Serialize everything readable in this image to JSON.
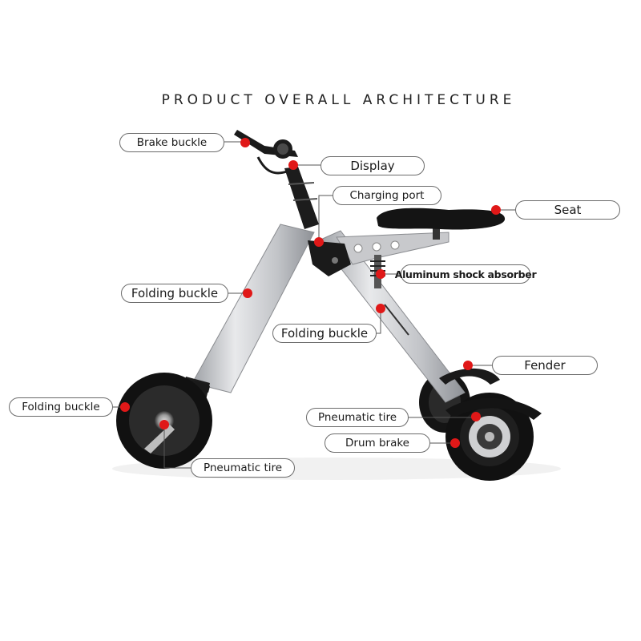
{
  "title": "PRODUCT OVERALL ARCHITECTURE",
  "labels": {
    "brake_buckle": "Brake buckle",
    "display": "Display",
    "charging_port": "Charging port",
    "seat": "Seat",
    "aluminum_shock_absorber": "Aluminum shock absorber",
    "folding_buckle_frame": "Folding buckle",
    "folding_buckle_rear": "Folding buckle",
    "fender": "Fender",
    "folding_buckle_front": "Folding buckle",
    "pneumatic_tire_rear": "Pneumatic tire",
    "drum_brake": "Drum brake",
    "pneumatic_tire_front": "Pneumatic tire"
  },
  "colors": {
    "marker": "#e01818",
    "frame": "#c9cacc",
    "tire": "#111111",
    "leader": "#555555"
  }
}
